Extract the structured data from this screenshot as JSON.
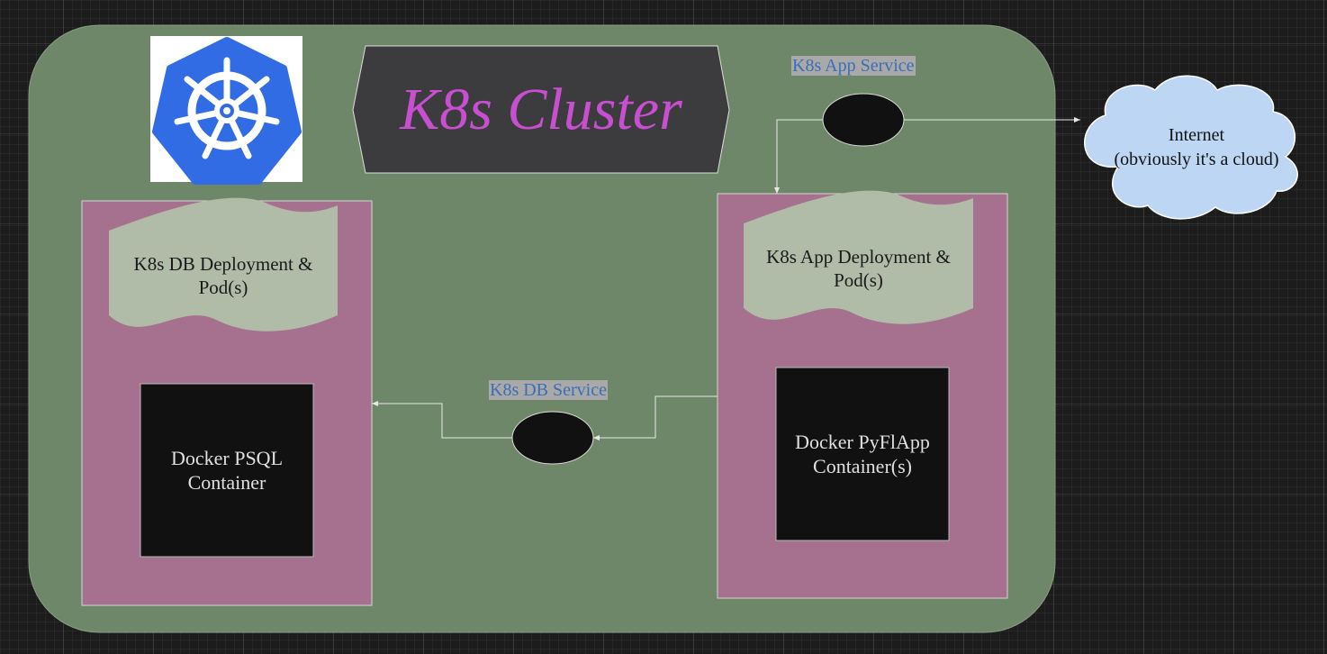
{
  "cluster": {
    "title": "K8s Cluster",
    "fill": "#6f8769"
  },
  "logo": {
    "icon": "kubernetes-helm-wheel",
    "color": "#326ce5"
  },
  "db_deployment": {
    "line1": "K8s DB Deployment &",
    "line2": "Pod(s)"
  },
  "db_container": {
    "line1": "Docker PSQL",
    "line2": "Container"
  },
  "app_deployment": {
    "line1": "K8s App Deployment &",
    "line2": "Pod(s)"
  },
  "app_container": {
    "line1": "Docker PyFlApp",
    "line2": "Container(s)"
  },
  "db_service": {
    "label": "K8s DB Service"
  },
  "app_service": {
    "label": "K8s App Service"
  },
  "internet": {
    "line1": "Internet",
    "line2": "(obviously it's a cloud)",
    "fill": "#bcd6f4"
  },
  "colors": {
    "pod_fill": "#a6708f",
    "banner_fill": "#b0bba8",
    "container_fill": "#111111",
    "service_fill": "#111111"
  }
}
